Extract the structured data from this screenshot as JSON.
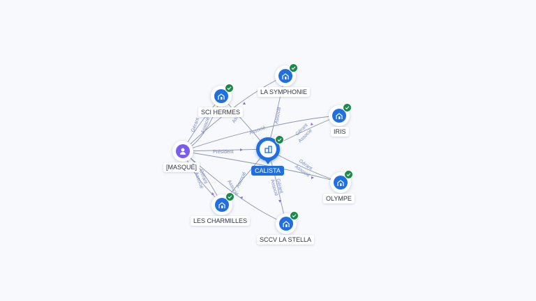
{
  "center": {
    "name": "CALISTA"
  },
  "person": {
    "name": "[MASQUÉ]"
  },
  "companies": [
    {
      "key": "sci-hermes",
      "name": "SCI HERMES"
    },
    {
      "key": "la-symphonie",
      "name": "LA SYMPHONIE"
    },
    {
      "key": "iris",
      "name": "IRIS"
    },
    {
      "key": "olympe",
      "name": "OLYMPE"
    },
    {
      "key": "sccv-la-stella",
      "name": "SCCV LA STELLA"
    },
    {
      "key": "les-charmilles",
      "name": "LES CHARMILLES"
    }
  ],
  "edge_labels": {
    "president": "Président",
    "gerant": "Gérant",
    "associe": "Associé"
  },
  "colors": {
    "company": "#1f6fe0",
    "person": "#7b5cf0",
    "verified": "#1a8a4a",
    "edge": "#8b95a8"
  }
}
